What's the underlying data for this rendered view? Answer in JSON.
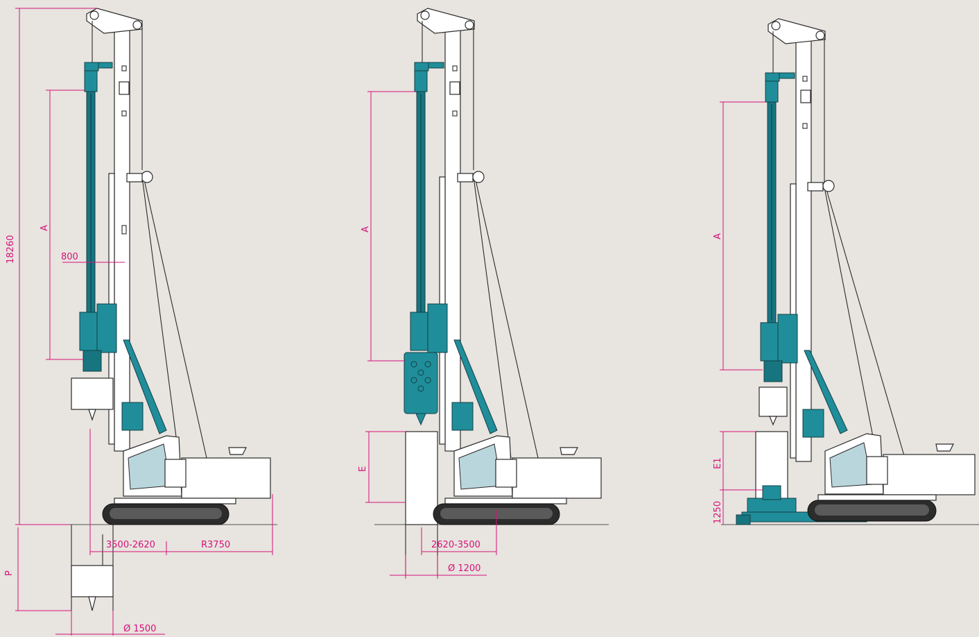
{
  "colors": {
    "background": "#e8e4df",
    "dimension": "#d4127a",
    "machine_accent": "#1f8e9a",
    "outline": "#2a2a2a"
  },
  "rig_left": {
    "height_total": "18260",
    "stroke": "A",
    "offset": "800",
    "working_radius": "3500-2620",
    "tail_radius": "R3750",
    "depth": "P",
    "diameter": "Ø 1500"
  },
  "rig_middle": {
    "stroke": "A",
    "casing_height": "E",
    "working_radius": "2620-3500",
    "diameter": "Ø 1200"
  },
  "rig_right": {
    "stroke": "A",
    "casing_height": "E1",
    "oscillator_height": "1250"
  }
}
